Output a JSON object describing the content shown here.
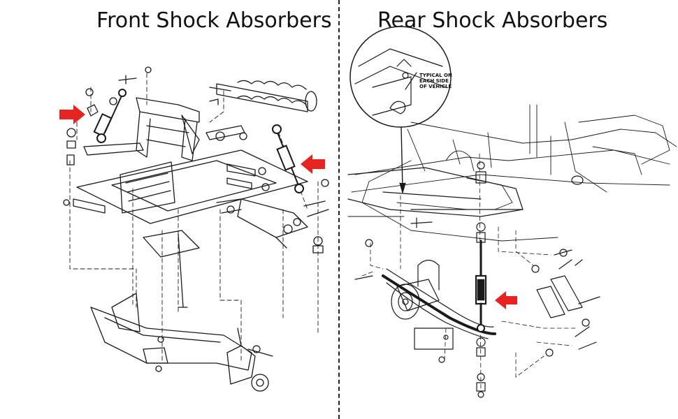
{
  "titles": {
    "front": "Front Shock Absorbers",
    "rear": "Rear Shock Absorbers"
  },
  "callout": {
    "lines": [
      "TYPICAL ON",
      "EACH SIDE",
      "OF VEHICLE"
    ]
  },
  "colors": {
    "line": "#1a1a1a",
    "arrow": "#e8231f",
    "divider": "#222222"
  }
}
